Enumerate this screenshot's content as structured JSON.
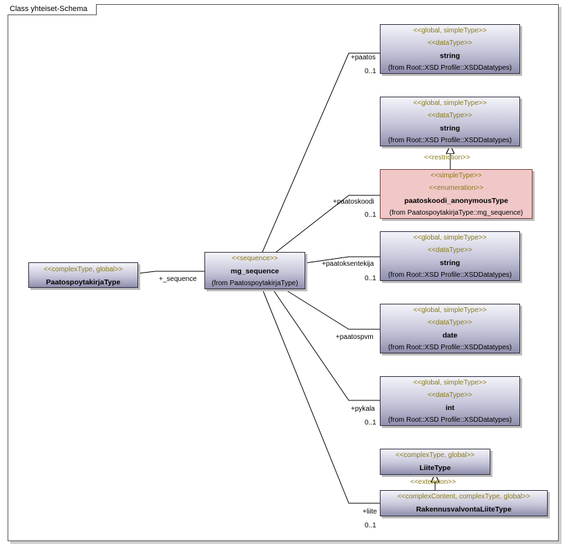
{
  "diagram": {
    "title": "Class yhteiset-Schema",
    "classes": {
      "paatospoytakirja": {
        "stereotype": "<<complexType, global>>",
        "name": "PaatospoytakirjaType"
      },
      "mg_sequence": {
        "stereotype": "<<sequence>>",
        "name": "mg_sequence",
        "from": "(from PaatospoytakirjaType)"
      },
      "string1": {
        "stereotype1": "<<global, simpleType>>",
        "stereotype2": "<<dataType>>",
        "name": "string",
        "from": "(from Root::XSD Profile::XSDDatatypes)"
      },
      "string2": {
        "stereotype1": "<<global, simpleType>>",
        "stereotype2": "<<dataType>>",
        "name": "string",
        "from": "(from Root::XSD Profile::XSDDatatypes)"
      },
      "paatoskoodi_anon": {
        "stereotype1": "<<simpleType>>",
        "stereotype2": "<<enumeration>>",
        "name": "paatoskoodi_anonymousType",
        "from": "(from PaatospoytakirjaType::mg_sequence)"
      },
      "string3": {
        "stereotype1": "<<global, simpleType>>",
        "stereotype2": "<<dataType>>",
        "name": "string",
        "from": "(from Root::XSD Profile::XSDDatatypes)"
      },
      "date": {
        "stereotype1": "<<global, simpleType>>",
        "stereotype2": "<<dataType>>",
        "name": "date",
        "from": "(from Root::XSD Profile::XSDDatatypes)"
      },
      "int": {
        "stereotype1": "<<global, simpleType>>",
        "stereotype2": "<<dataType>>",
        "name": "int",
        "from": "(from Root::XSD Profile::XSDDatatypes)"
      },
      "liite_type": {
        "stereotype": "<<complexType, global>>",
        "name": "LiiteType"
      },
      "rakennusvalvonta": {
        "stereotype": "<<complexContent, complexType, global>>",
        "name": "RakennusvalvontaLiiteType"
      }
    },
    "relations": {
      "seq": {
        "role": "+_sequence"
      },
      "paatos": {
        "role": "+paatos",
        "mult": "0..1"
      },
      "paatoskoodi": {
        "role": "+paatoskoodi",
        "mult": "0..1"
      },
      "paatoksentekija": {
        "role": "+paatoksentekija",
        "mult": "0..1"
      },
      "paatospvm": {
        "role": "+paatospvm"
      },
      "pykala": {
        "role": "+pykala",
        "mult": "0..1"
      },
      "liite": {
        "role": "+liite",
        "mult": "0..1"
      },
      "restriction": {
        "label": "<<restriction>>"
      },
      "extension": {
        "label": "<<extension>>"
      }
    }
  }
}
